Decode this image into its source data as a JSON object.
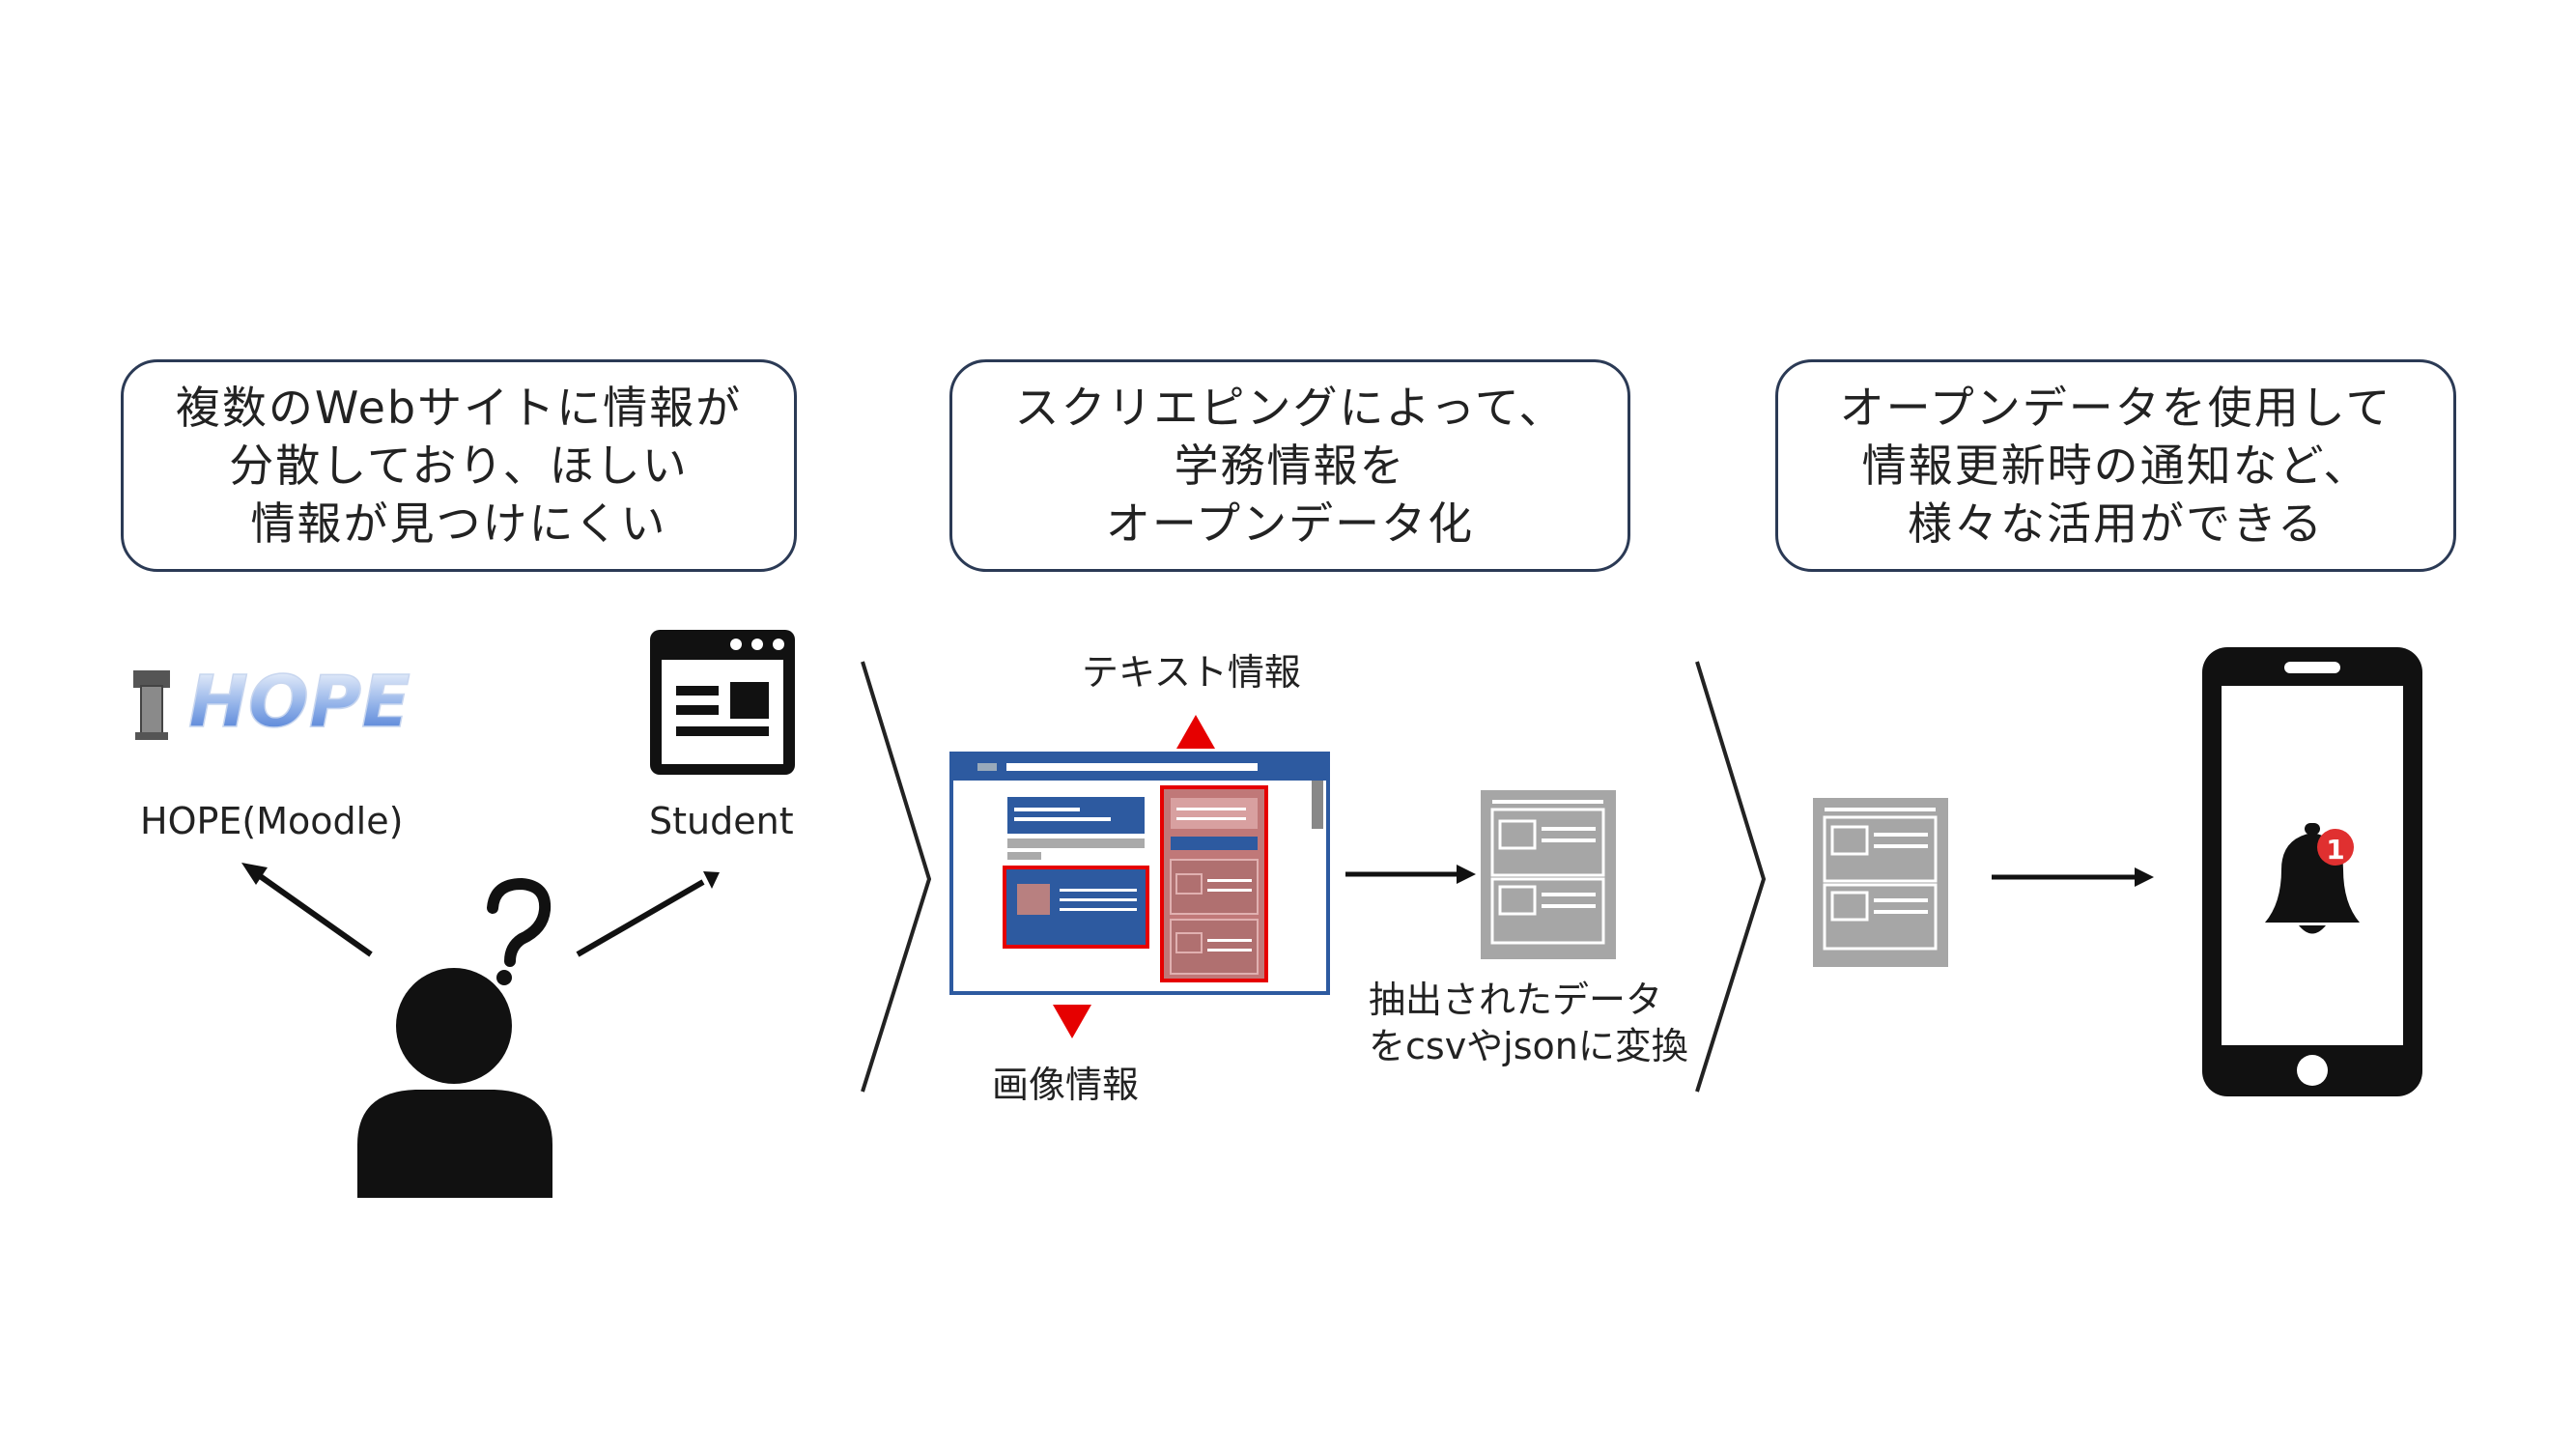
{
  "captions": {
    "problem": [
      "複数のWebサイトに情報が",
      "分散しており、ほしい",
      "情報が見つけにくい"
    ],
    "solution": [
      "スクリエピングによって、",
      "学務情報を",
      "オープンデータ化"
    ],
    "result": [
      "オープンデータを使用して",
      "情報更新時の通知など、",
      "様々な活用ができる"
    ]
  },
  "labels": {
    "hope_logo": "HOPE",
    "hope_caption": "HOPE(Moodle)",
    "student_caption": "Student",
    "text_info": "テキスト情報",
    "image_info": "画像情報",
    "extract_line1": "抽出されたデータ",
    "extract_line2": "をcsvやjsonに変換",
    "notification_count": "1"
  },
  "colors": {
    "border": "#2b3a55",
    "accent_red": "#e60000",
    "browser_blue": "#2d5aa0",
    "doc_gray": "#a6a6a6"
  }
}
